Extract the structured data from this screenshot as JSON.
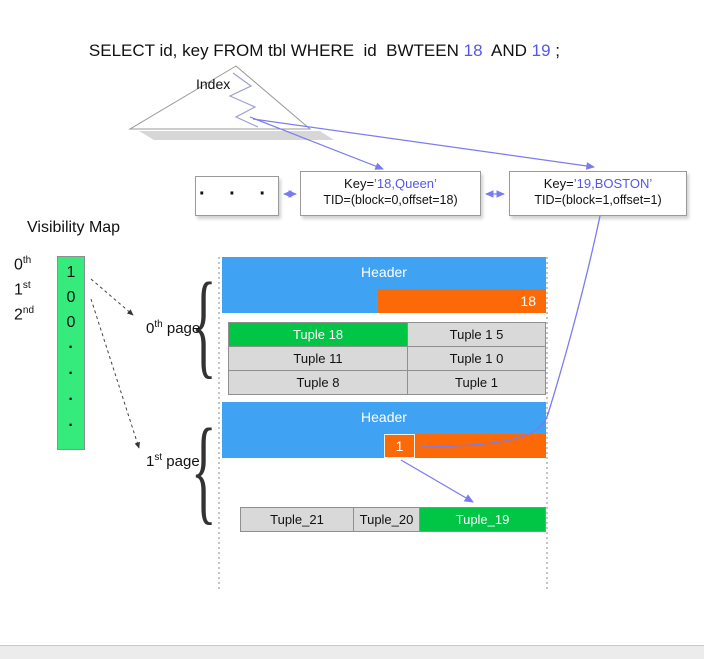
{
  "sql": {
    "part1": "SELECT id, key FROM tbl WHERE  id  BWTEEN ",
    "num1": "18",
    "part2": "  AND ",
    "num2": "19",
    "part3": " ;"
  },
  "index_label": "Index",
  "entries": {
    "dots": "· · ·",
    "e18": {
      "label": "Key=",
      "value": "’18,Queen’",
      "tid": "TID=(block=0,offset=18)"
    },
    "e19": {
      "label": "Key=",
      "value": "’19,BOSTON’",
      "tid": "TID=(block=1,offset=1)"
    }
  },
  "vm": {
    "title": "Visibility Map",
    "labels": [
      {
        "n": "0",
        "sup": "th"
      },
      {
        "n": "1",
        "sup": "st"
      },
      {
        "n": "2",
        "sup": "nd"
      }
    ],
    "values": [
      "1",
      "0",
      "0"
    ],
    "dot": "·"
  },
  "brace_glyph": "{",
  "page0": {
    "label_n": "0",
    "label_sup": "th",
    "label_word": " page",
    "header": "Header",
    "line_pointer": "18",
    "rows": [
      {
        "left": "Tuple 18",
        "right": "Tuple 1 5"
      },
      {
        "left": "Tuple 11",
        "right": "Tuple 1 0"
      },
      {
        "left": "Tuple 8",
        "right": "Tuple 1"
      }
    ]
  },
  "page1": {
    "label_n": "1",
    "label_sup": "st",
    "label_word": " page",
    "header": "Header",
    "line_pointer": "1",
    "cells": [
      "Tuple_21",
      "Tuple_20",
      "Tuple_19"
    ]
  },
  "colors": {
    "header_blue": "#3fa2f3",
    "line_pointer_orange": "#fb6a07",
    "tuple_green": "#00c545",
    "vm_green": "#35eb7c",
    "accent_blue": "#5656ee",
    "arrow_blue": "#7b7bf0"
  }
}
